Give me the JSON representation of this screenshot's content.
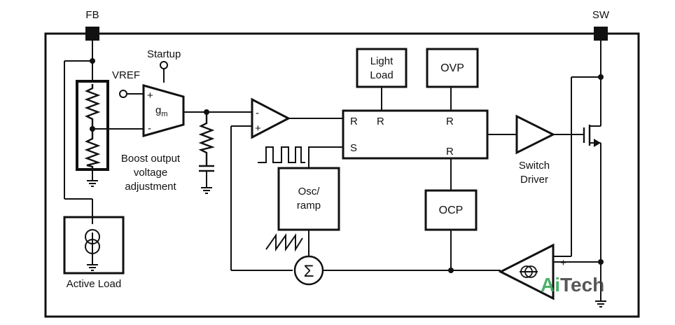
{
  "pins": {
    "fb": "FB",
    "sw": "SW"
  },
  "labels": {
    "startup": "Startup",
    "vref": "VREF",
    "gm_g": "g",
    "gm_sub": "m",
    "plus": "+",
    "minus": "-",
    "boost_line1": "Boost output",
    "boost_line2": "voltage",
    "boost_line3": "adjustment",
    "active_load": "Active Load",
    "light_load_1": "Light",
    "light_load_2": "Load",
    "ovp": "OVP",
    "ocp": "OCP",
    "osc_1": "Osc/",
    "osc_2": "ramp",
    "latch_r": "R",
    "latch_s": "S",
    "switch_driver_1": "Switch",
    "switch_driver_2": "Driver",
    "sum": "Σ"
  },
  "watermark": {
    "ai": "Ai",
    "tech": "Tech",
    "ai_color": "#2ea44f",
    "tech_color": "#3a3a3a"
  }
}
